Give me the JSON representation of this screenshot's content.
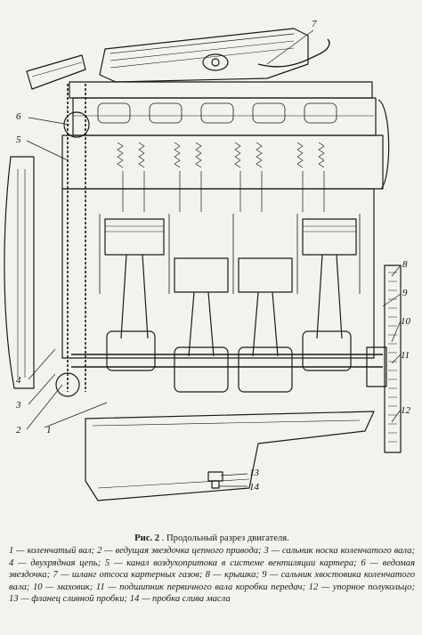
{
  "figure": {
    "callouts": [
      {
        "id": "1",
        "label": "1"
      },
      {
        "id": "2",
        "label": "2"
      },
      {
        "id": "3",
        "label": "3"
      },
      {
        "id": "4",
        "label": "4"
      },
      {
        "id": "5",
        "label": "5"
      },
      {
        "id": "6",
        "label": "6"
      },
      {
        "id": "7",
        "label": "7"
      },
      {
        "id": "8",
        "label": "8"
      },
      {
        "id": "9",
        "label": "9"
      },
      {
        "id": "10",
        "label": "10"
      },
      {
        "id": "11",
        "label": "11"
      },
      {
        "id": "12",
        "label": "12"
      },
      {
        "id": "13",
        "label": "13"
      },
      {
        "id": "14",
        "label": "14"
      }
    ]
  },
  "caption": {
    "fig_label": "Рис. 2",
    "title": ". Продольный разрез двигателя.",
    "body": "1 — коленчатый вал; 2 — ведущая звездочка цепного привода; 3 — сальник носка коленчатого вала; 4 — двухрядная цепь; 5 — канал воздухопритока в системе вентиляции картера; 6 — ведомая звездочка; 7 — шланг отсоса картерных газов; 8 — крышка; 9 — сальник хвостовика коленчатого вала; 10 — маховик; 11 — подшипник первичного вала коробки передач; 12 — упорное полукольцо; 13 — фланец сливной пробки; 14 — пробка слива масла"
  }
}
